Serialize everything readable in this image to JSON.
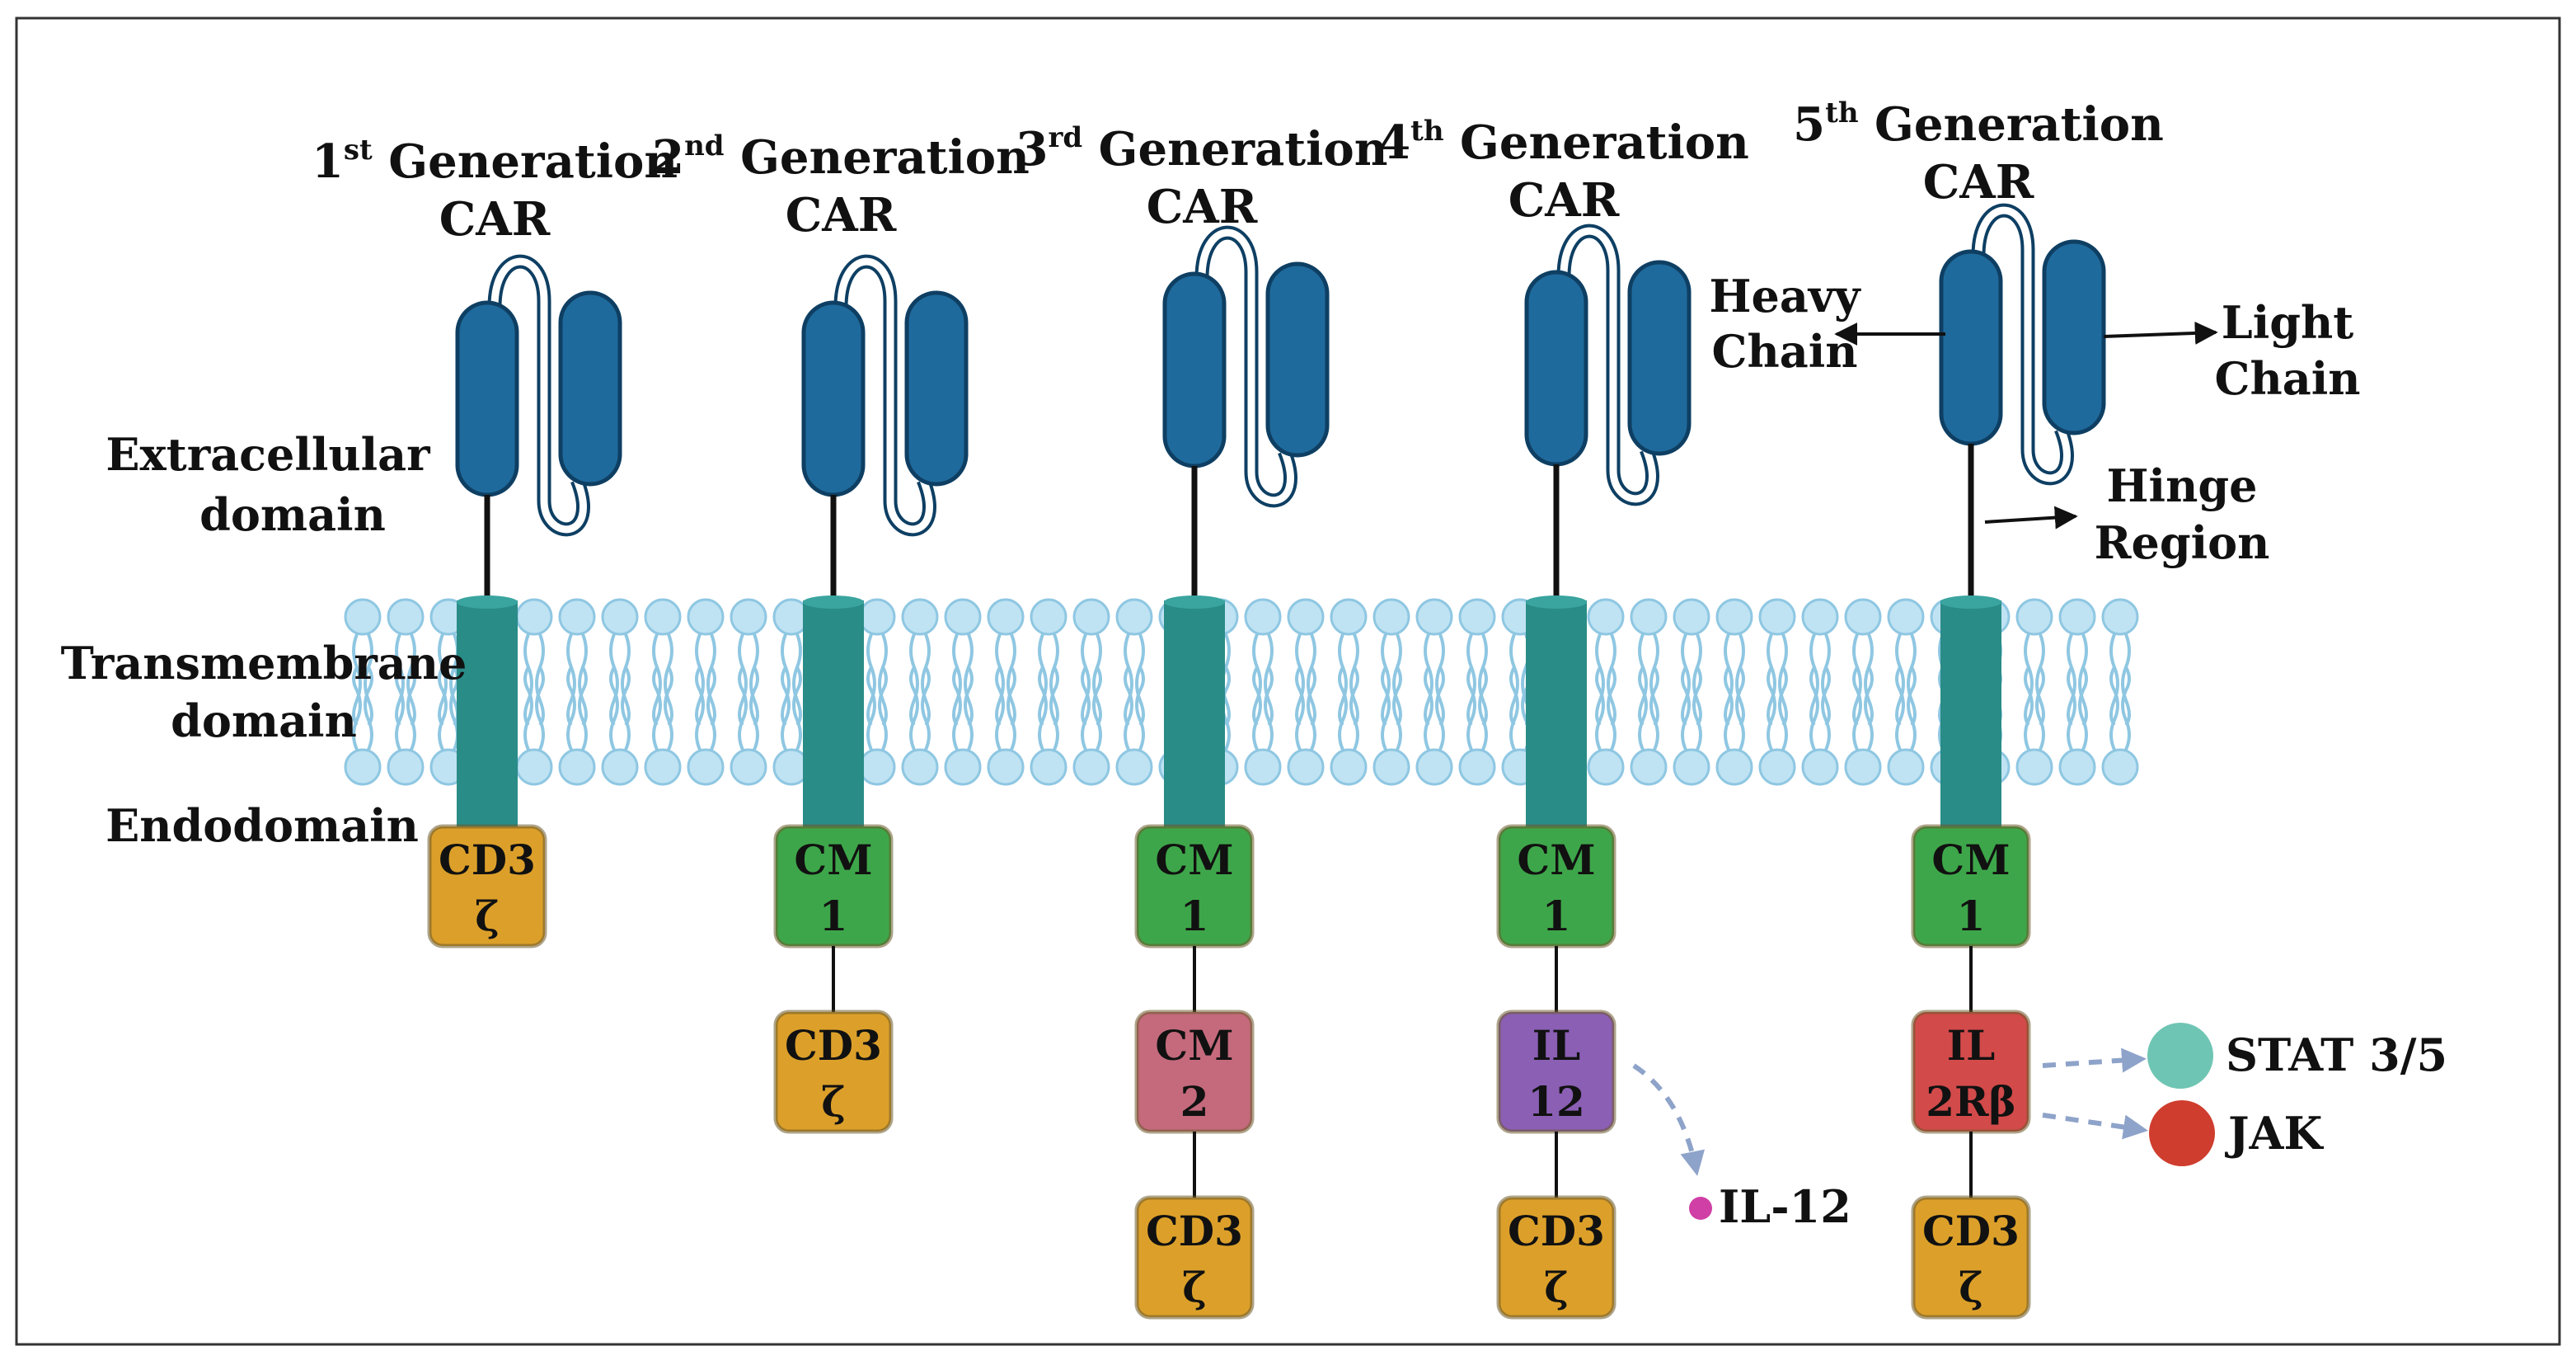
{
  "generations": [
    {
      "num": "1",
      "sup": "st",
      "word": "Generation",
      "line2": "CAR",
      "boxes": [
        {
          "line1": "CD3",
          "line2": "ζ",
          "kind": "cd3"
        }
      ]
    },
    {
      "num": "2",
      "sup": "nd",
      "word": "Generation",
      "line2": "CAR",
      "boxes": [
        {
          "line1": "CM",
          "line2": "1",
          "kind": "cm1"
        },
        {
          "line1": "CD3",
          "line2": "ζ",
          "kind": "cd3"
        }
      ]
    },
    {
      "num": "3",
      "sup": "rd",
      "word": "Generation",
      "line2": "CAR",
      "boxes": [
        {
          "line1": "CM",
          "line2": "1",
          "kind": "cm1"
        },
        {
          "line1": "CM",
          "line2": "2",
          "kind": "cm2"
        },
        {
          "line1": "CD3",
          "line2": "ζ",
          "kind": "cd3"
        }
      ]
    },
    {
      "num": "4",
      "sup": "th",
      "word": "Generation",
      "line2": "CAR",
      "boxes": [
        {
          "line1": "CM",
          "line2": "1",
          "kind": "cm1"
        },
        {
          "line1": "IL",
          "line2": "12",
          "kind": "il12"
        },
        {
          "line1": "CD3",
          "line2": "ζ",
          "kind": "cd3"
        }
      ]
    },
    {
      "num": "5",
      "sup": "th",
      "word": "Generation",
      "line2": "CAR",
      "boxes": [
        {
          "line1": "CM",
          "line2": "1",
          "kind": "cm1"
        },
        {
          "line1": "IL",
          "line2": "2Rβ",
          "kind": "il2rb"
        },
        {
          "line1": "CD3",
          "line2": "ζ",
          "kind": "cd3"
        }
      ]
    }
  ],
  "side_labels": {
    "extracellular_1": "Extracellular",
    "extracellular_2": "domain",
    "transmembrane_1": "Transmembrane",
    "transmembrane_2": "domain",
    "endodomain": "Endodomain"
  },
  "annotations": {
    "heavy_1": "Heavy",
    "heavy_2": "Chain",
    "light_1": "Light",
    "light_2": "Chain",
    "hinge_1": "Hinge",
    "hinge_2": "Region",
    "il12_secreted": "IL-12",
    "stat": "STAT 3/5",
    "jak": "JAK"
  },
  "colors": {
    "scfv": "#1f6a9c",
    "scfv_stroke": "#0e3f63",
    "transmembrane": "#2a8c87",
    "membrane_head": "#bfe3f3",
    "membrane_head_stroke": "#8fc7e2",
    "cd3": "#dca02a",
    "cm1": "#3ea64a",
    "cm2": "#c46a7c",
    "il12": "#8a5fb4",
    "il2rb": "#d24a4a",
    "stat": "#6fc5b3",
    "jak": "#cf3d2e",
    "il12_dot": "#d03fa6",
    "dashed_arrow": "#8ea3c9"
  }
}
